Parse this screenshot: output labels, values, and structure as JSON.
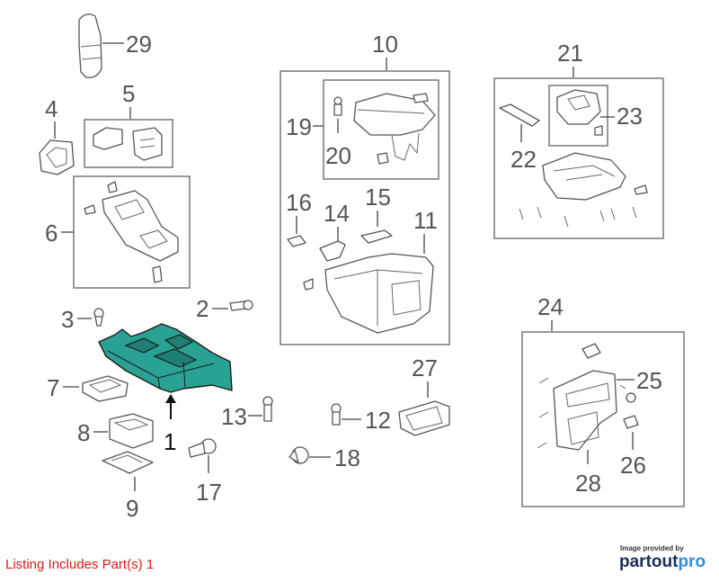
{
  "callouts": [
    "29",
    "4",
    "5",
    "6",
    "2",
    "3",
    "7",
    "8",
    "9",
    "1",
    "17",
    "10",
    "19",
    "20",
    "16",
    "14",
    "15",
    "11",
    "13",
    "12",
    "18",
    "27",
    "21",
    "23",
    "22",
    "24",
    "25",
    "26",
    "28"
  ],
  "highlighted_part": "1",
  "listing_note": "Listing Includes Part(s) 1",
  "credit": {
    "caption": "Image provided by",
    "logo_part1": "partout",
    "logo_part2": "pro"
  },
  "colors": {
    "highlight": "#2aa293",
    "listing_note": "#e01818",
    "logo_dark": "#1c2b5a",
    "logo_blue": "#2d8fd6"
  }
}
